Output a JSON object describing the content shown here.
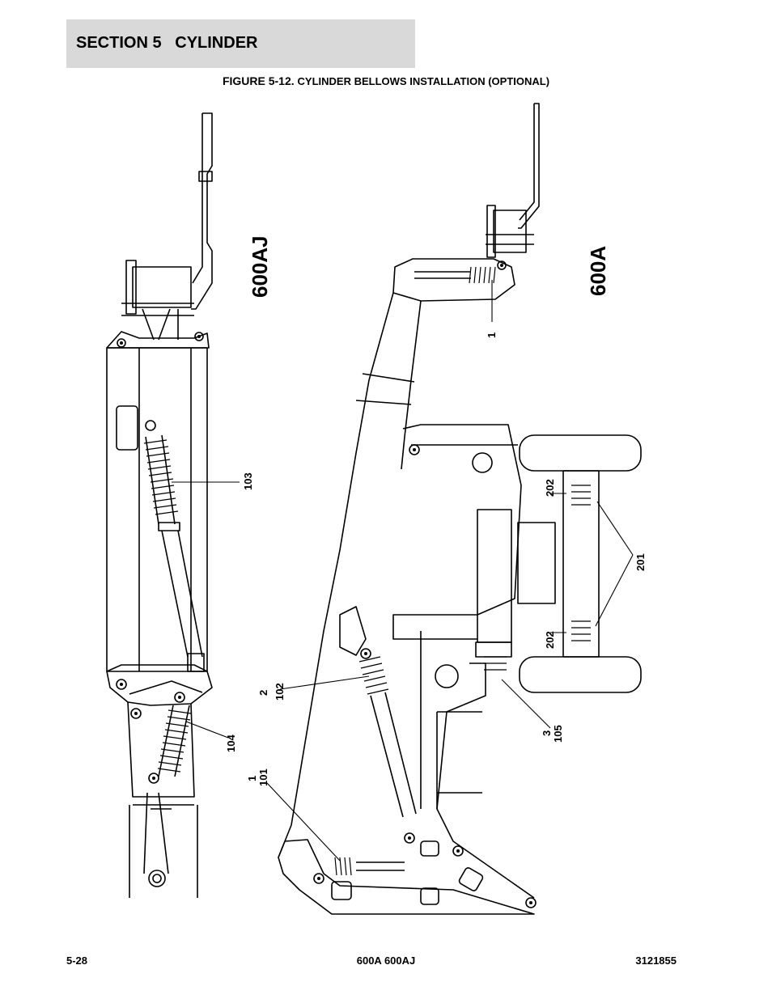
{
  "header": {
    "section_title": "SECTION 5   CYLINDER"
  },
  "figure": {
    "number": "FIGURE 5-12.",
    "title": "CYLINDER BELLOWS INSTALLATION (OPTIONAL)"
  },
  "models": {
    "left": "600AJ",
    "right": "600A"
  },
  "callouts": {
    "c103": "103",
    "c104": "104",
    "c2": "2",
    "c102": "102",
    "c1a": "1",
    "c101": "101",
    "c1b": "1",
    "c202a": "202",
    "c202b": "202",
    "c201": "201",
    "c3": "3",
    "c105": "105"
  },
  "footer": {
    "page": "5-28",
    "models": "600A 600AJ",
    "doc_number": "3121855"
  }
}
